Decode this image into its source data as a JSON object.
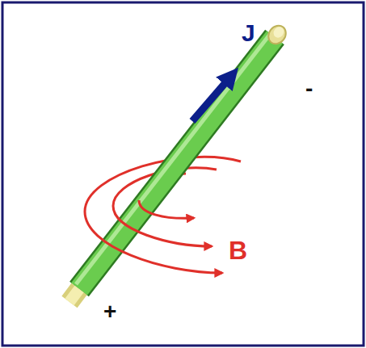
{
  "diagram": {
    "labels": [
      "J",
      "-",
      "+",
      "B"
    ]
  }
}
